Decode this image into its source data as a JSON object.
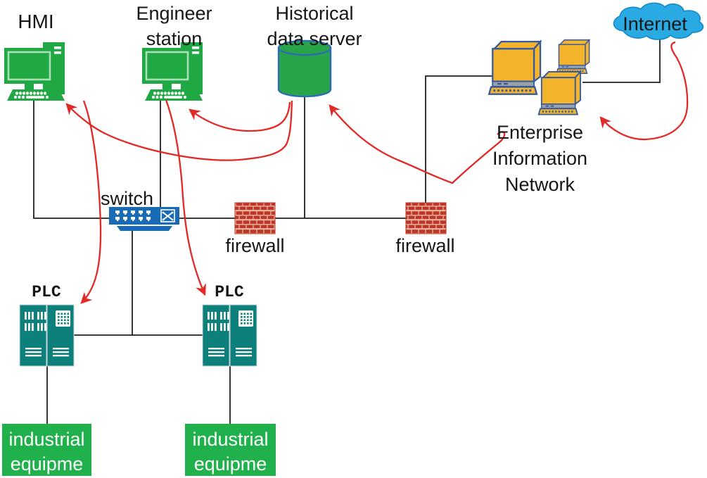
{
  "labels": {
    "hmi": "HMI",
    "engineer_station": "Engineer station",
    "historical_data_server": "Historical data server",
    "internet": "Internet",
    "enterprise_network": "Enterprise Information Network",
    "switch": "switch",
    "firewall_left": "firewall",
    "firewall_right": "firewall",
    "plc_left": "PLC",
    "plc_right": "PLC",
    "industrial_left": "industrial equipme",
    "industrial_right": "industrial equipme"
  },
  "attack_paths": [
    {
      "from": "Internet",
      "to": "Enterprise Information Network"
    },
    {
      "from": "Enterprise Information Network",
      "to": "Historical data server"
    },
    {
      "from": "Historical data server",
      "to": "Engineer station"
    },
    {
      "from": "Historical data server",
      "to": "HMI"
    },
    {
      "from": "HMI",
      "to": "PLC (left)"
    },
    {
      "from": "Engineer station",
      "to": "PLC (right)"
    }
  ],
  "connections": [
    {
      "a": "HMI",
      "b": "switch"
    },
    {
      "a": "Engineer station",
      "b": "switch"
    },
    {
      "a": "switch",
      "b": "firewall (left)"
    },
    {
      "a": "Historical data server",
      "b": "network bus"
    },
    {
      "a": "firewall (left)",
      "b": "firewall (right)"
    },
    {
      "a": "firewall (right)",
      "b": "Enterprise Information Network"
    },
    {
      "a": "Enterprise Information Network",
      "b": "Internet"
    },
    {
      "a": "switch",
      "b": "PLC (left)"
    },
    {
      "a": "switch",
      "b": "PLC (right)"
    },
    {
      "a": "PLC (left)",
      "b": "industrial equipment (left)"
    },
    {
      "a": "PLC (right)",
      "b": "industrial equipment (right)"
    }
  ],
  "colors": {
    "workstation_green": "#1FA843",
    "server_green": "#28A449",
    "server_outline_blue": "#2F6DB3",
    "equipment_green": "#21B14C",
    "plc_teal": "#0E807B",
    "switch_blue": "#1A6BB5",
    "firewall_brick_red": "#BE3726",
    "firewall_mortar": "#EAB7A6",
    "enterprise_pc_yellow": "#F3B32B",
    "enterprise_pc_outline": "#35589E",
    "cloud_blue": "#2AAAE3",
    "attack_arrow_red": "#E12A26",
    "network_line_black": "#1F1F1F",
    "label_text": "#161616",
    "equipment_text": "#FFFFFF"
  }
}
